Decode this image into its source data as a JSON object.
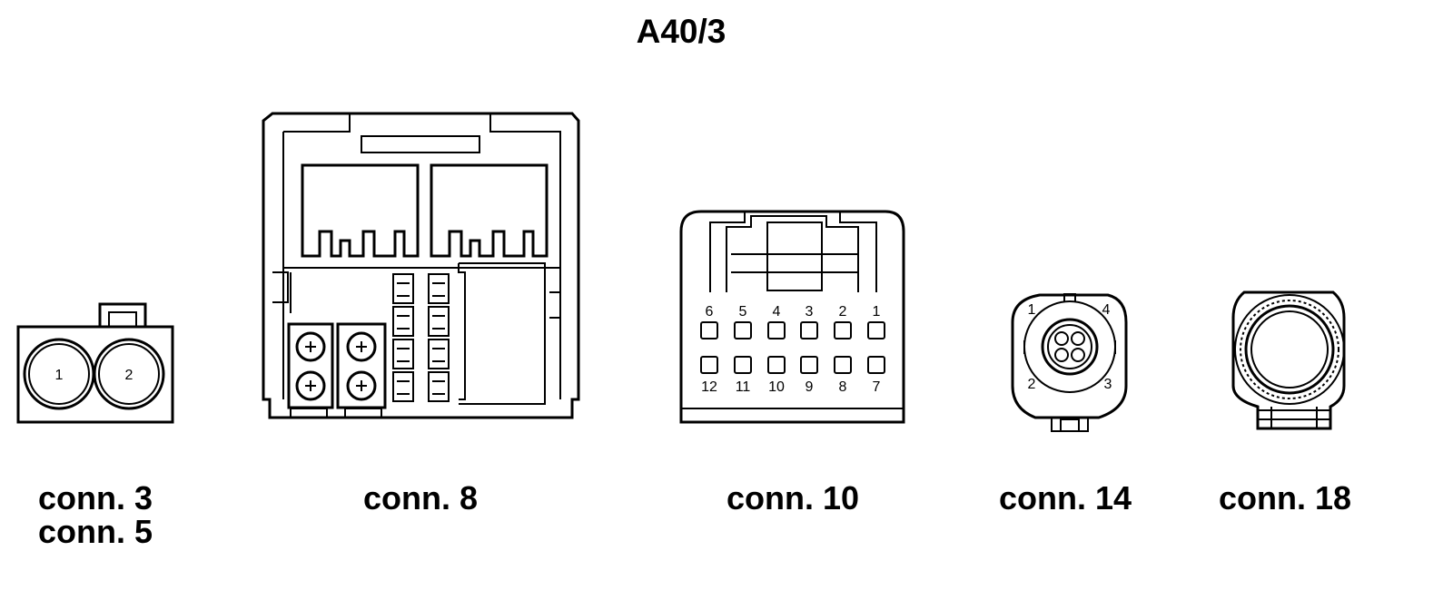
{
  "diagram_title": "A40/3",
  "connectors": [
    {
      "id": "c3_5",
      "labels": [
        "conn. 3",
        "conn. 5"
      ],
      "pins": [
        "1",
        "2"
      ]
    },
    {
      "id": "c8",
      "labels": [
        "conn. 8"
      ],
      "pins": []
    },
    {
      "id": "c10",
      "labels": [
        "conn. 10"
      ],
      "pins_top": [
        "6",
        "5",
        "4",
        "3",
        "2",
        "1"
      ],
      "pins_bottom": [
        "12",
        "11",
        "10",
        "9",
        "8",
        "7"
      ]
    },
    {
      "id": "c14",
      "labels": [
        "conn. 14"
      ],
      "pins": [
        "1",
        "4",
        "2",
        "3"
      ]
    },
    {
      "id": "c18",
      "labels": [
        "conn. 18"
      ],
      "pins": []
    }
  ]
}
